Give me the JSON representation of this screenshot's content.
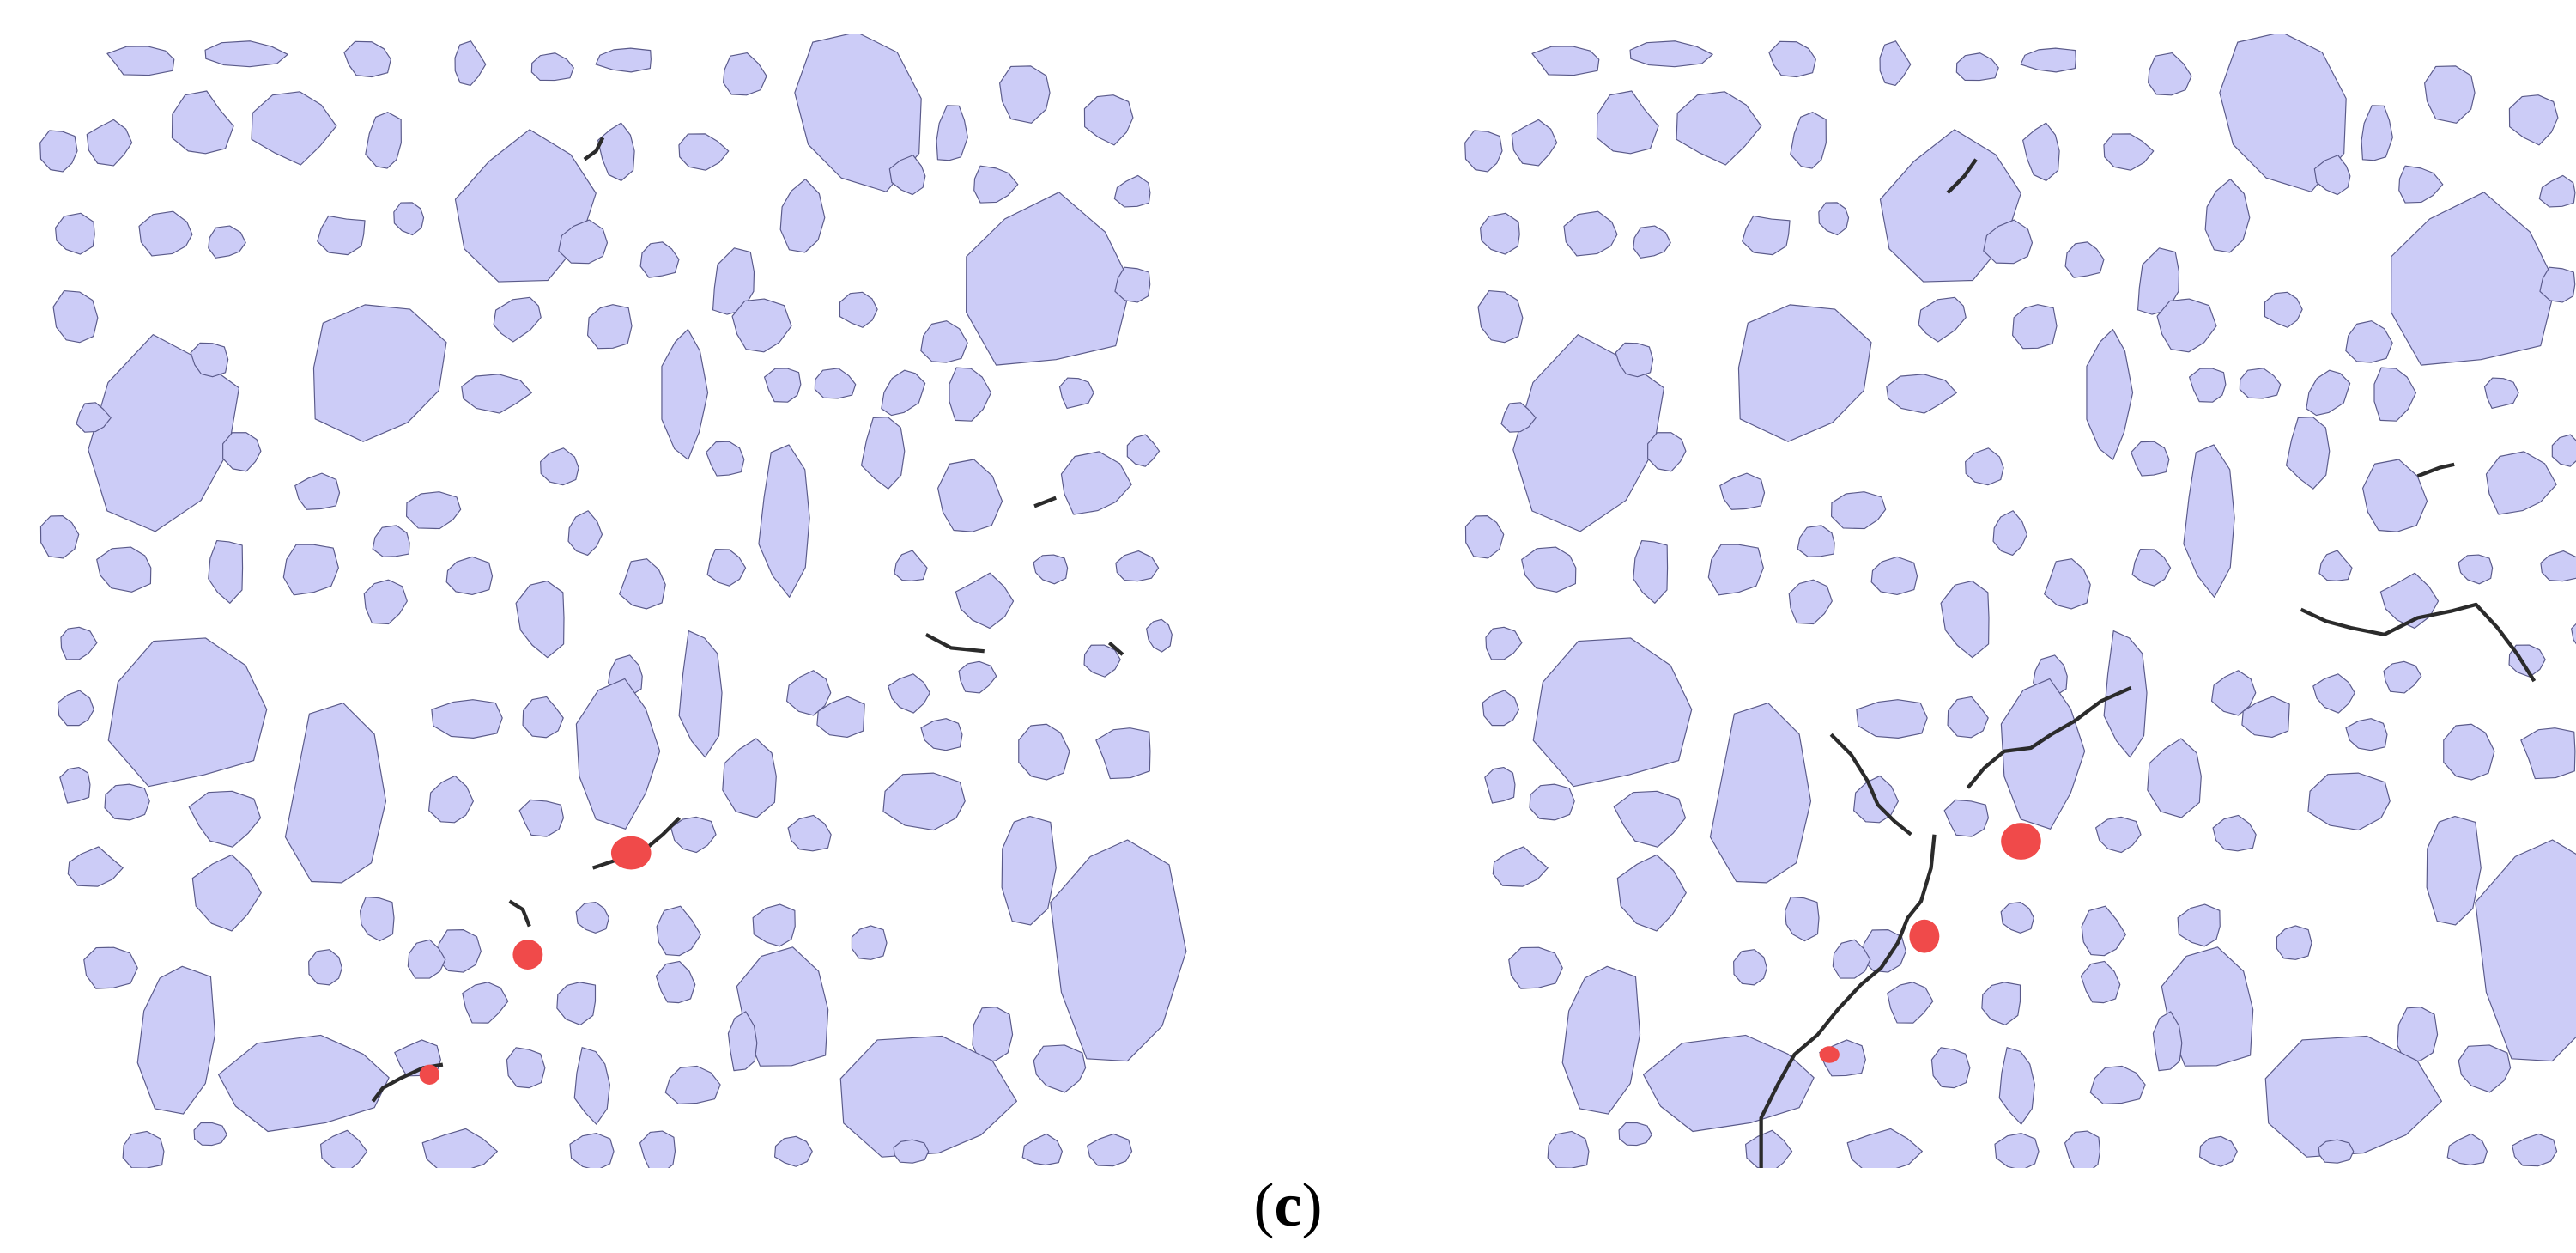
{
  "figure": {
    "caption_prefix": "(",
    "caption_letter": "c",
    "caption_suffix": ")"
  },
  "colors": {
    "aggregate": "#ccccf7",
    "aggregate_edge": "#5a5a8a",
    "crack": "#2b2b2b",
    "damage_zone": "#f04a4a",
    "background": "#ffffff"
  },
  "panels": [
    {
      "name": "left",
      "crack_state": "initial",
      "damage_zones": 3
    },
    {
      "name": "right",
      "crack_state": "propagated",
      "damage_zones": 3
    }
  ]
}
